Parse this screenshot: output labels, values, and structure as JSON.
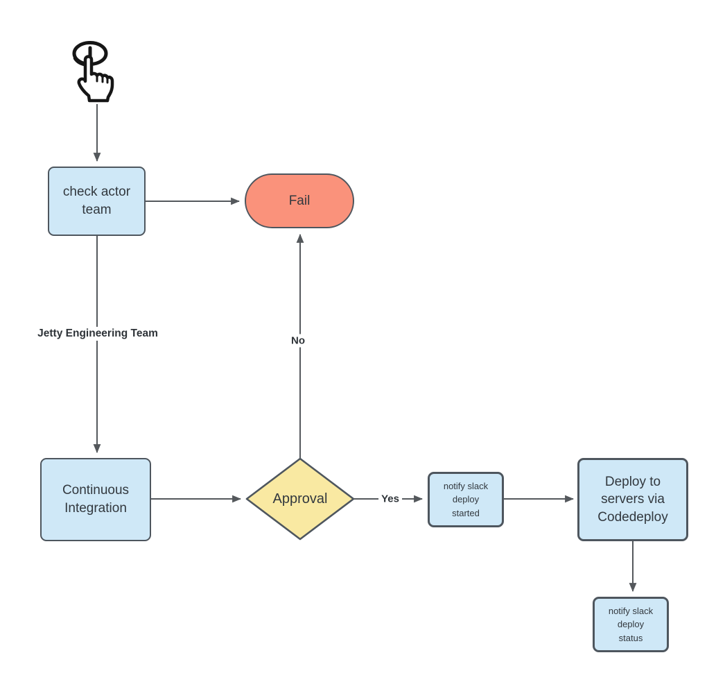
{
  "colors": {
    "background": "#ffffff",
    "process_fill": "#cfe8f7",
    "terminator_fail_fill": "#fa927b",
    "decision_fill": "#f9e9a2",
    "shape_border": "#4e565e",
    "arrow": "#54585c",
    "node_text": "#32383e",
    "edge_label_text": "#2e3338"
  },
  "start": {
    "icon": "click-hand-icon"
  },
  "nodes": {
    "check_actor_team": {
      "label": "check actor\nteam"
    },
    "fail": {
      "label": "Fail"
    },
    "continuous_integration": {
      "label": "Continuous\nIntegration"
    },
    "approval": {
      "label": "Approval"
    },
    "notify_deploy_started": {
      "label": "notify slack\ndeploy\nstarted"
    },
    "deploy_codedeploy": {
      "label": "Deploy to\nservers via\nCodedeploy"
    },
    "notify_deploy_status": {
      "label": "notify slack\ndeploy\nstatus"
    }
  },
  "edge_labels": {
    "jetty": "Jetty Engineering Team",
    "no": "No",
    "yes": "Yes"
  }
}
